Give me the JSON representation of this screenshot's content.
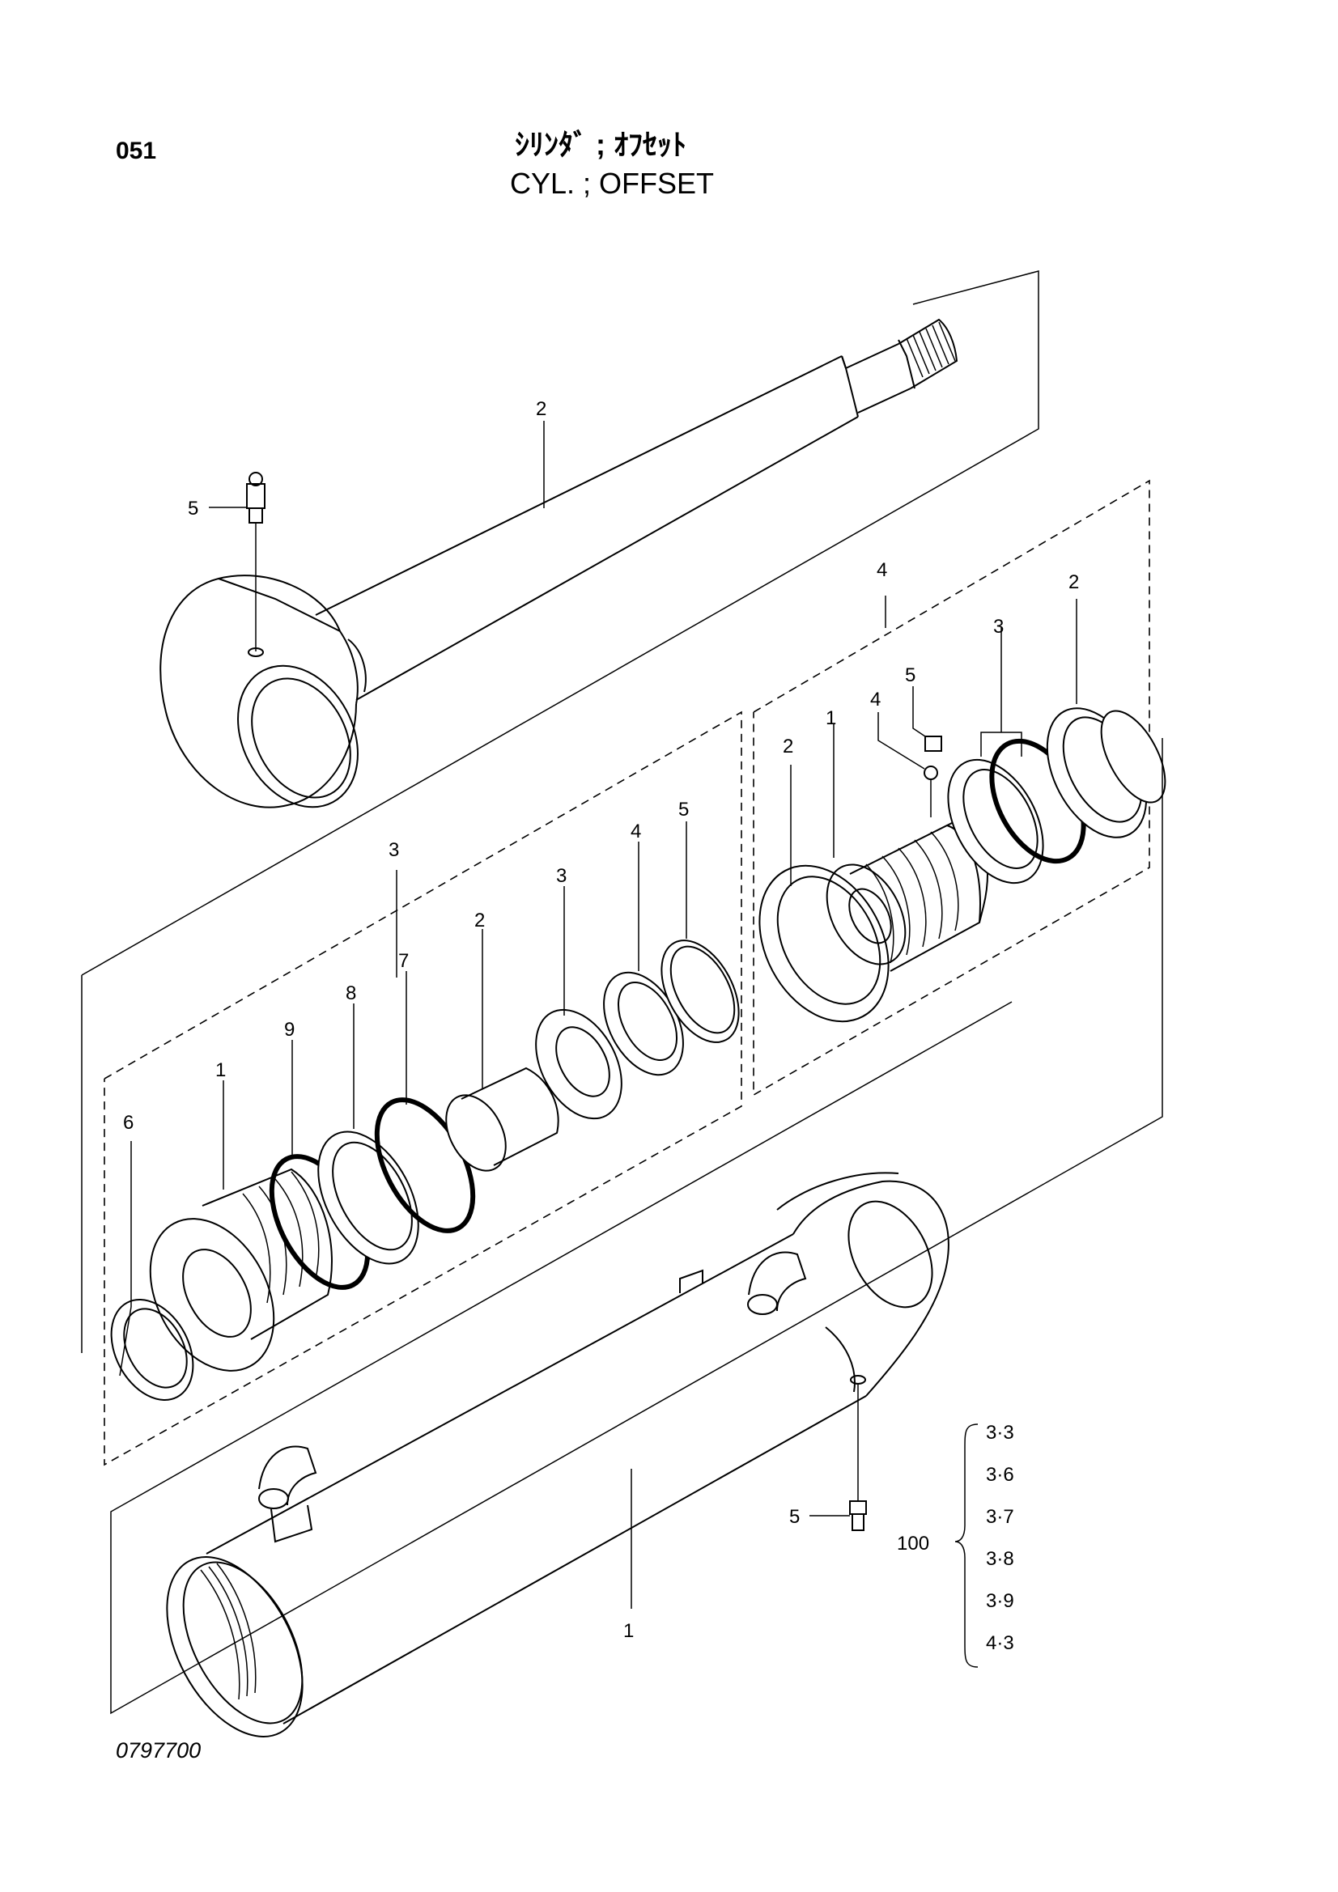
{
  "header": {
    "page_number": "051",
    "title_jp": "ｼﾘﾝﾀﾞ ; ｵﾌｾｯﾄ",
    "title_en": "CYL. ; OFFSET"
  },
  "footer": {
    "drawing_code": "0797700"
  },
  "callouts": {
    "rod": "2",
    "rod_grease": "5",
    "piston_group": "4",
    "piston_2a": "2",
    "piston_1": "1",
    "piston_4": "4",
    "piston_5": "5",
    "piston_3": "3",
    "piston_2b": "2",
    "head_group": "3",
    "head_1": "1",
    "head_2": "2",
    "head_3": "3",
    "head_4": "4",
    "head_5": "5",
    "head_6": "6",
    "head_7": "7",
    "head_8": "8",
    "head_9": "9",
    "tube": "1",
    "tube_grease": "5"
  },
  "seal_kit": {
    "number": "100",
    "items": [
      "3·3",
      "3·6",
      "3·7",
      "3·8",
      "3·9",
      "4·3"
    ]
  }
}
